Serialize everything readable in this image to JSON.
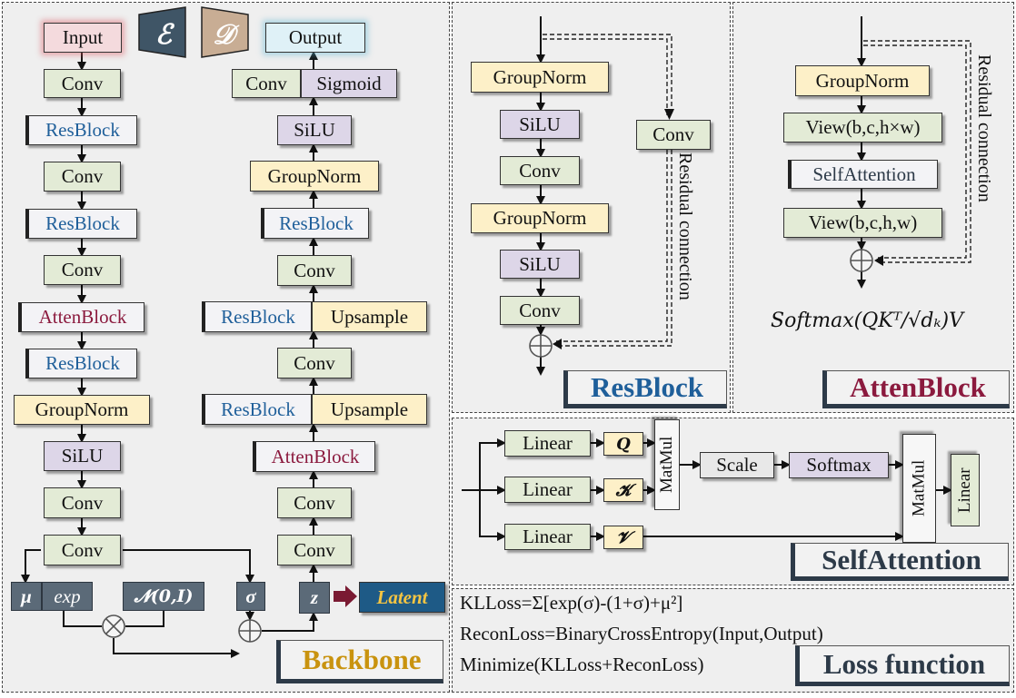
{
  "backbone": {
    "input": "Input",
    "output": "Output",
    "encoder_symbol": "ℰ",
    "decoder_symbol": "𝒟",
    "encoder": [
      "Conv",
      "ResBlock",
      "Conv",
      "ResBlock",
      "Conv",
      "AttenBlock",
      "ResBlock",
      "GroupNorm",
      "SiLU",
      "Conv",
      "Conv"
    ],
    "mu": "μ",
    "exp": "exp",
    "normal": "𝓝(0,I)",
    "sigma": "σ",
    "z": "z",
    "latent": "Latent",
    "decoder": {
      "conv_top": "Conv",
      "sigmoid": "Sigmoid",
      "silu": "SiLU",
      "groupnorm": "GroupNorm",
      "resblock1": "ResBlock",
      "conv1": "Conv",
      "resblock2": "ResBlock",
      "upsample1": "Upsample",
      "conv2": "Conv",
      "resblock3": "ResBlock",
      "upsample2": "Upsample",
      "attenblock": "AttenBlock",
      "conv3": "Conv",
      "conv4": "Conv"
    },
    "title": "Backbone"
  },
  "resblock": {
    "items": [
      "GroupNorm",
      "SiLU",
      "Conv",
      "GroupNorm",
      "SiLU",
      "Conv"
    ],
    "skip_conv": "Conv",
    "residual": "Residual connection",
    "title": "ResBlock"
  },
  "attenblock": {
    "groupnorm": "GroupNorm",
    "view1": "View(b,c,h×w)",
    "selfattention": "SelfAttention",
    "view2": "View(b,c,h,w)",
    "residual": "Residual connection",
    "formula": "Softmax(QKᵀ/√dₖ)V",
    "title": "AttenBlock"
  },
  "selfattention": {
    "linear": "Linear",
    "q": "𝑸",
    "k": "𝓚",
    "v": "𝓥",
    "matmul": "MatMul",
    "scale": "Scale",
    "softmax": "Softmax",
    "title": "SelfAttention"
  },
  "loss": {
    "kl": "KLLoss=Σ[exp(σ)-(1+σ)+μ²]",
    "recon": "ReconLoss=BinaryCrossEntropy(Input,Output)",
    "minimize": "Minimize(KLLoss+ReconLoss)",
    "title": "Loss function"
  },
  "colors": {
    "panel": "#efefef",
    "green": "#e3ebd6",
    "yellow": "#fdf0c8",
    "purple": "#ddd6e8",
    "latent": "#1e5a86",
    "latent_text": "#f5c542",
    "backbone_title": "#c9930f",
    "resblock_title": "#1f5f9a",
    "attenblock_title": "#8b1a3e",
    "selfattention_title": "#2d3a48",
    "loss_title": "#2d3a48"
  }
}
